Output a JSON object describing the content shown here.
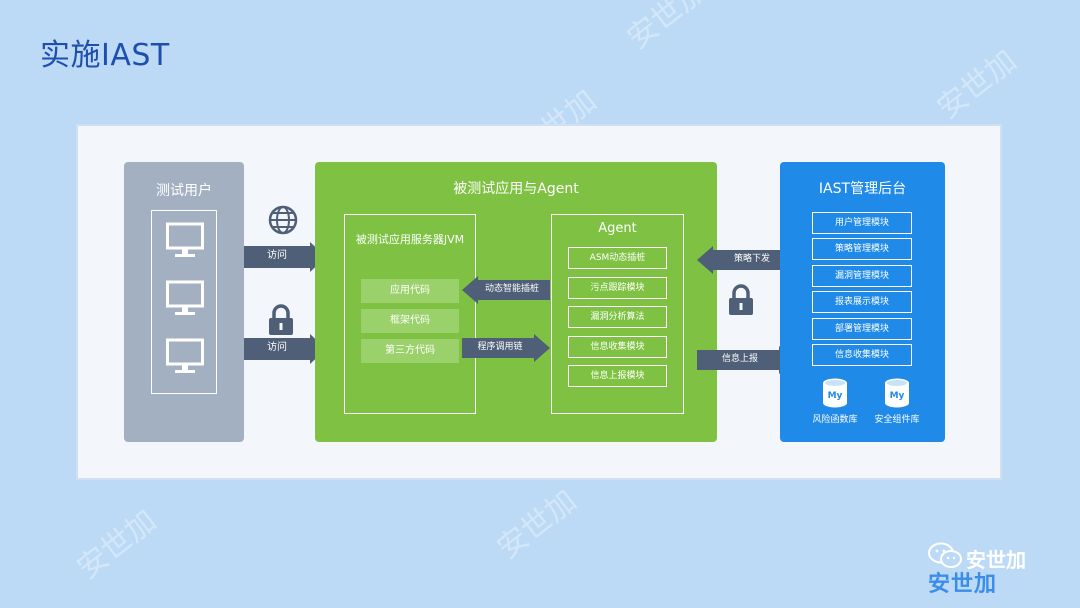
{
  "title": "实施IAST",
  "watermark_text": "安世加",
  "users_panel": {
    "title": "测试用户"
  },
  "app_panel": {
    "title": "被测试应用与Agent",
    "jvm": {
      "title": "被测试应用服务器JVM",
      "items": [
        "应用代码",
        "框架代码",
        "第三方代码"
      ]
    },
    "agent": {
      "title": "Agent",
      "items": [
        "ASM动态插桩",
        "污点跟踪模块",
        "漏洞分析算法",
        "信息收集模块",
        "信息上报模块"
      ]
    }
  },
  "backend_panel": {
    "title": "IAST管理后台",
    "items": [
      "用户管理模块",
      "策略管理模块",
      "漏洞管理模块",
      "报表展示模块",
      "部署管理模块",
      "信息收集模块"
    ],
    "databases": [
      {
        "icon": "My",
        "label": "风险函数库"
      },
      {
        "icon": "My",
        "label": "安全组件库"
      }
    ]
  },
  "arrows": {
    "access_1": "访问",
    "access_2": "访问",
    "dynamic_instrument": "动态智能插桩",
    "call_chain": "程序调用链",
    "policy_down": "策略下发",
    "info_report": "信息上报"
  },
  "logo": {
    "text": "安世加",
    "big": "安世加"
  },
  "colors": {
    "background": "#bcdaf6",
    "title": "#1f4fae",
    "users_panel": "#a3b0c2",
    "app_panel": "#7fc243",
    "backend_panel": "#1f8ae8",
    "arrow": "#4f5f77"
  },
  "icons": [
    "globe-icon",
    "lock-icon",
    "monitor-icon",
    "database-icon",
    "wechat-icon"
  ]
}
